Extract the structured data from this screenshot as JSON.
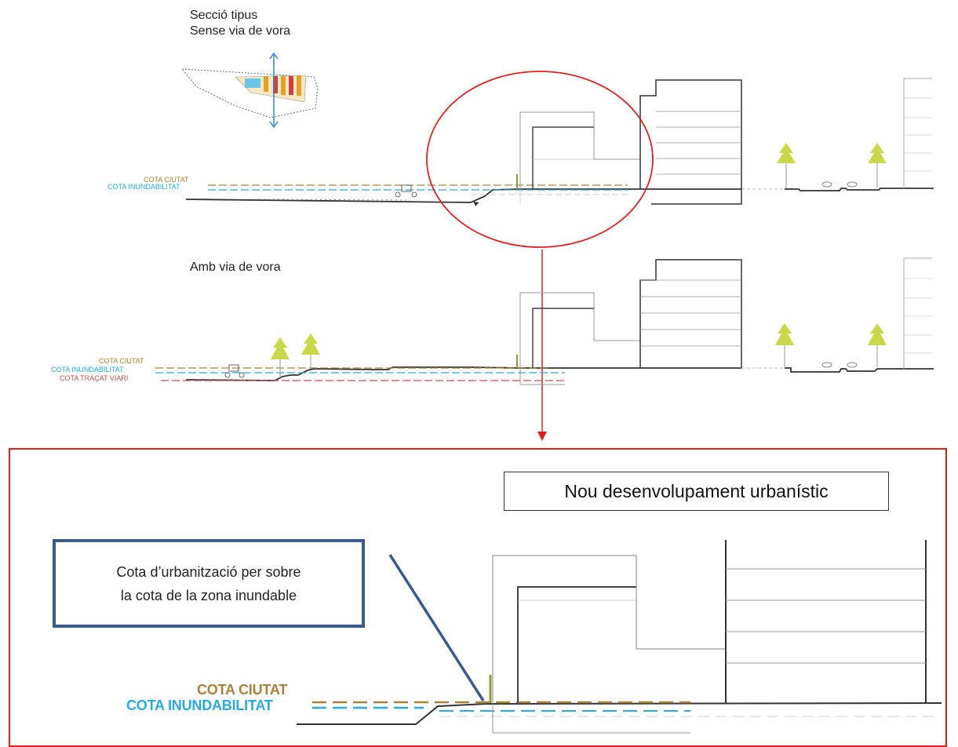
{
  "top_section": {
    "title_line1": "Secció tipus",
    "title_line2": "Sense via de vora",
    "label_cota_ciutat": "COTA CIUTAT",
    "label_cota_inundabilitat": "COTA INUNDABILITAT"
  },
  "middle_section": {
    "title": "Amb via de vora",
    "label_cota_ciutat": "COTA CIUTAT",
    "label_cota_inundabilitat": "COTA INUNDABILITAT",
    "label_cota_tracat_viari": "COTA TRAÇAT VIARI"
  },
  "detail_section": {
    "heading": "Nou desenvolupament urbanístic",
    "callout_line1": "Cota d’urbanització per sobre",
    "callout_line2": "la cota de la zona inundable",
    "label_cota_ciutat": "COTA CIUTAT",
    "label_cota_inundabilitat": "COTA INUNDABILITAT"
  },
  "colors": {
    "highlight_red": "#e02020",
    "cota_ciutat": "#a8823c",
    "cota_inundabilitat": "#2aa8e0",
    "cota_tracat_viari": "#c0504d",
    "callout_border": "#3a5a8a",
    "tree_green": "#c8d84a"
  }
}
